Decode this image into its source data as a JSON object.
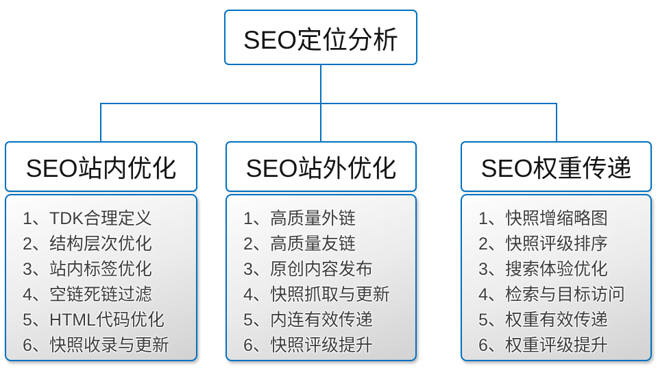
{
  "diagram": {
    "root": {
      "title": "SEO定位分析"
    },
    "branches": [
      {
        "title": "SEO站内优化",
        "items": [
          "1、TDK合理定义",
          "2、结构层次优化",
          "3、站内标签优化",
          "4、空链死链过滤",
          "5、HTML代码优化",
          "6、快照收录与更新"
        ]
      },
      {
        "title": "SEO站外优化",
        "items": [
          "1、高质量外链",
          "2、高质量友链",
          "3、原创内容发布",
          "4、快照抓取与更新",
          "5、内连有效传递",
          "6、快照评级提升"
        ]
      },
      {
        "title": "SEO权重传递",
        "items": [
          "1、快照增缩略图",
          "2、快照评级排序",
          "3、搜索体验优化",
          "4、检索与目标访问",
          "5、权重有效传递",
          "6、权重评级提升"
        ]
      }
    ],
    "colors": {
      "accent_blue": "#0070c0",
      "panel_gradient_top": "#fdfdfd",
      "panel_gradient_bottom": "#d2d2d2",
      "header_text": "#141414",
      "item_text": "#3d3d3d"
    }
  }
}
